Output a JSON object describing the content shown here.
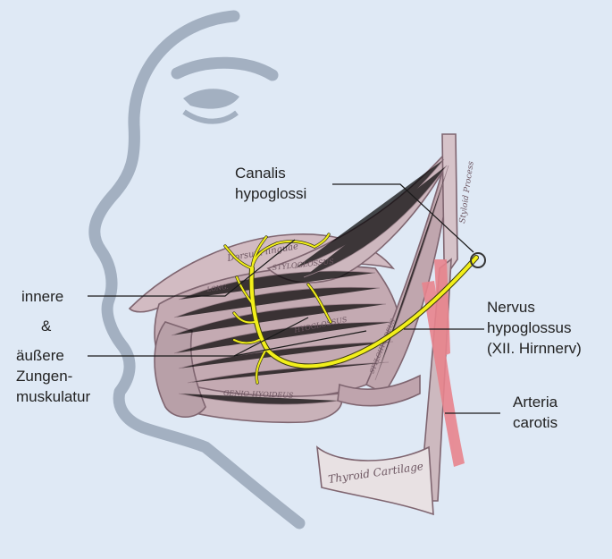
{
  "colors": {
    "background": "#dfe9f5",
    "nerve": "#f2ef1a",
    "artery": "#e8848d",
    "silhouette": "#a3b0c1",
    "muscle": "#c4aab2"
  },
  "labels": {
    "canalis": [
      "Canalis",
      "hypoglossi"
    ],
    "innere": "innere",
    "amp": "&",
    "aeussere": [
      "äußere",
      "Zungen-",
      "muskulatur"
    ],
    "nervus": [
      "Nervus",
      "hypoglossus",
      "(XII. Hirnnerv)"
    ],
    "arteria": [
      "Arteria",
      "carotis"
    ]
  },
  "anatomy_labels": {
    "thyroid": "Thyroid Cartilage",
    "styloid": "Styloid Process",
    "stylo": "STYLOGLOSSUS",
    "hyo": "HYOGLOSSUS",
    "genio": "GENIO-HYOIDEUS",
    "dorsum": "Dorsum linguae",
    "stylohyoid": "STYLOHYOIDEUS",
    "long": "LONG."
  }
}
